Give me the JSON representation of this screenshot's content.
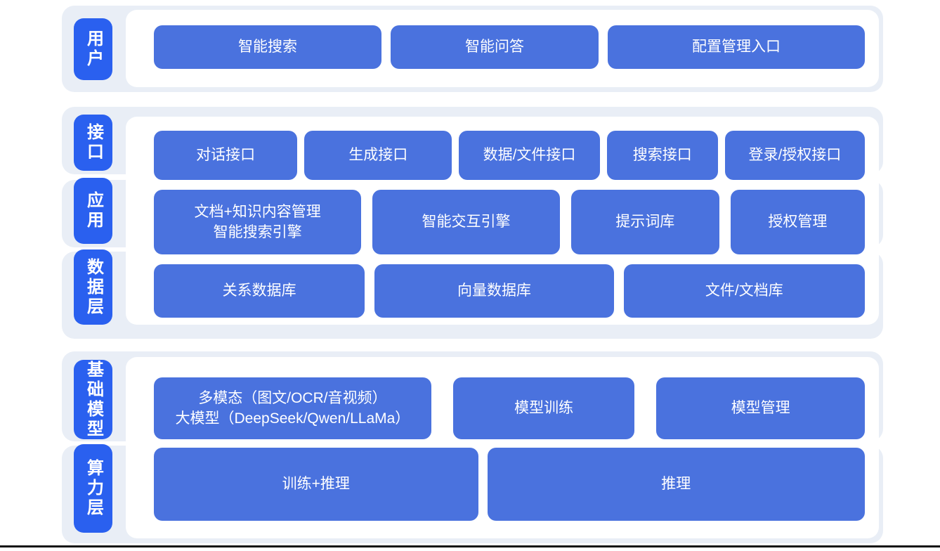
{
  "colors": {
    "box_blue": "#4a72de",
    "label_blue": "#2a60ef",
    "band_bg": "#e9eef6",
    "panel_bg": "#ffffff",
    "text_white": "#ffffff",
    "bottom_rule": "#111111"
  },
  "user_layer": {
    "label": "用户",
    "buttons": [
      "智能搜索",
      "智能问答",
      "配置管理入口"
    ]
  },
  "interface_layer": {
    "label": "接口",
    "buttons": [
      "对话接口",
      "生成接口",
      "数据/文件接口",
      "搜索接口",
      "登录/授权接口"
    ]
  },
  "application_layer": {
    "label": "应用",
    "search_engine_box": {
      "line1": "文档+知识内容管理",
      "line2": "智能搜索引擎"
    },
    "buttons": [
      "智能交互引擎",
      "提示词库",
      "授权管理"
    ]
  },
  "data_layer": {
    "label": "数据层",
    "buttons": [
      "关系数据库",
      "向量数据库",
      "文件/文档库"
    ]
  },
  "base_model_layer": {
    "label": "基础模型",
    "model_box": {
      "line1": "多模态（图文/OCR/音视频）",
      "line2": "大模型（DeepSeek/Qwen/LLaMa）"
    },
    "buttons": [
      "模型训练",
      "模型管理"
    ]
  },
  "compute_layer": {
    "label": "算力层",
    "buttons": [
      "训练+推理",
      "推理"
    ]
  }
}
